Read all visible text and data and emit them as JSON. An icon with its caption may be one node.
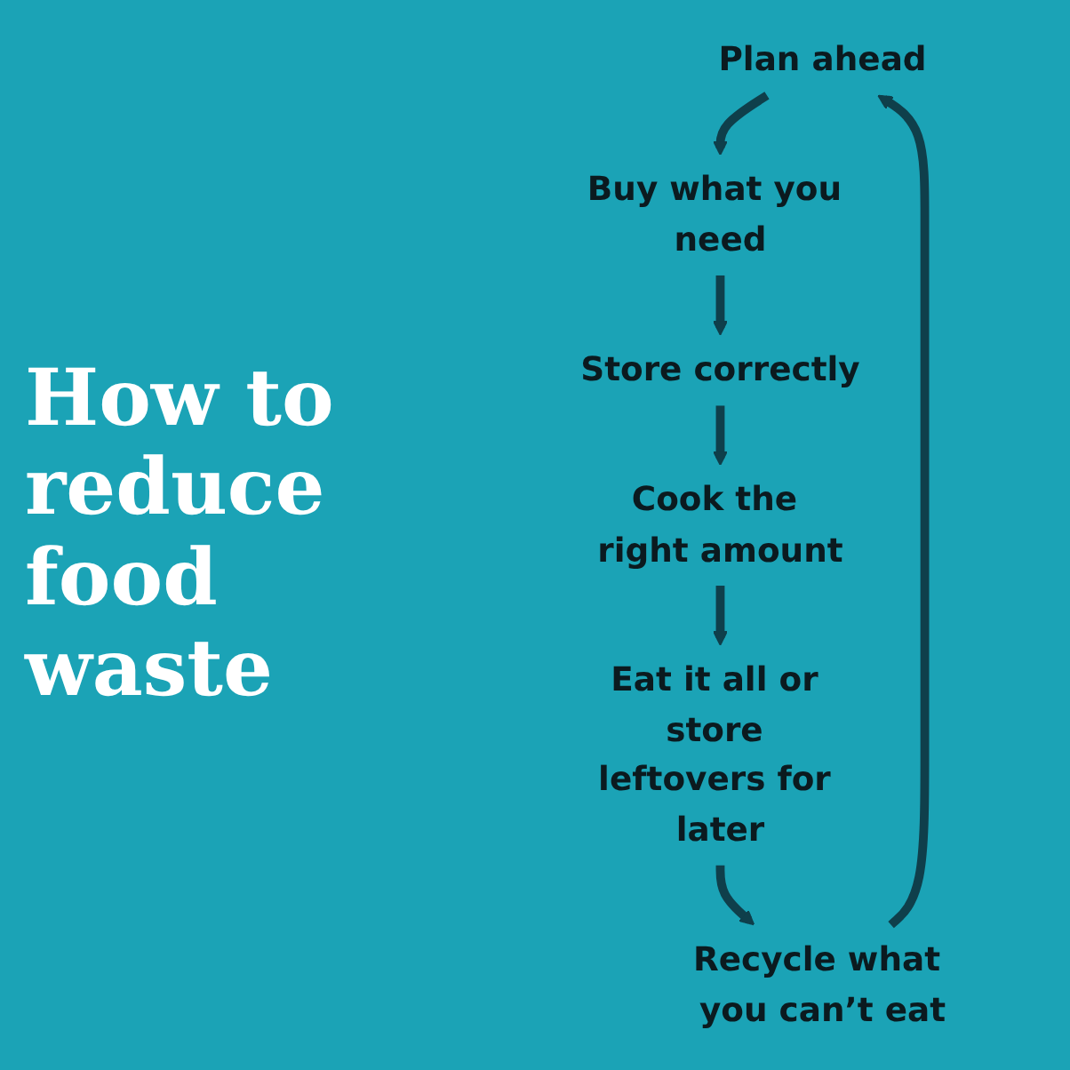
{
  "diagram": {
    "title": "How to reduce food waste",
    "nodes": [
      {
        "text": [
          "Plan ahead"
        ]
      },
      {
        "text": [
          "Buy what you need"
        ]
      },
      {
        "text": [
          "Store correctly"
        ]
      },
      {
        "text": [
          "Cook the right amount"
        ]
      },
      {
        "text": [
          "Eat it all or store leftovers for later"
        ]
      },
      {
        "text": [
          "Recycle what you can’t eat"
        ]
      }
    ],
    "edges": [
      {
        "from": 0,
        "to": 1,
        "arrow": "to"
      },
      {
        "from": 1,
        "to": 2,
        "arrow": "to"
      },
      {
        "from": 2,
        "to": 3,
        "arrow": "to"
      },
      {
        "from": 3,
        "to": 4,
        "arrow": "to"
      },
      {
        "from": 4,
        "to": 5,
        "arrow": "to"
      },
      {
        "from": 5,
        "to": 0,
        "arrow": "to"
      }
    ]
  }
}
